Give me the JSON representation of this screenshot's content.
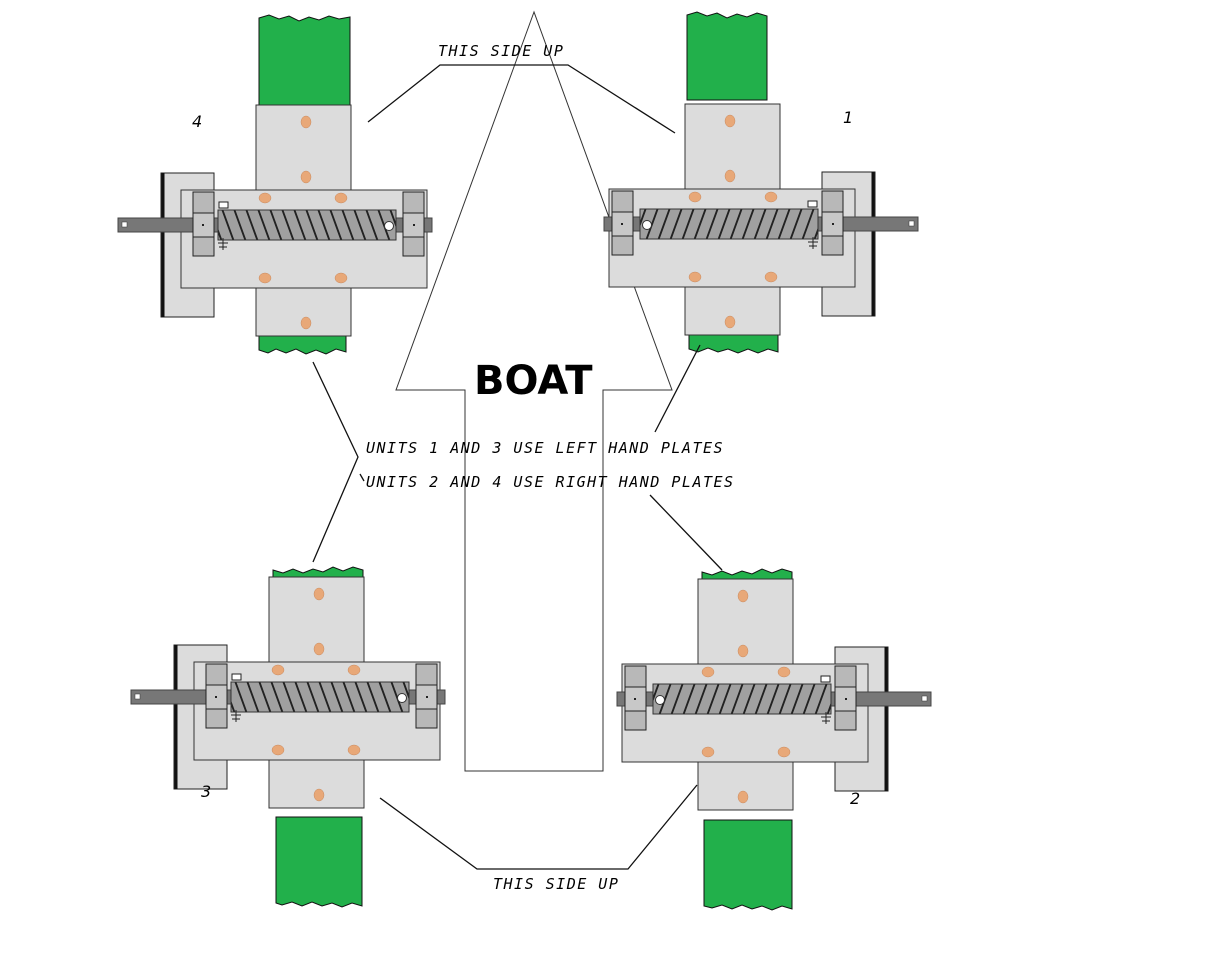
{
  "title": "BOAT",
  "top_label": "THIS SIDE UP",
  "bottom_label": "THIS SIDE UP",
  "note_line_1": "UNITS 1 AND 3 USE LEFT HAND PLATES",
  "note_line_2": "UNITS 2 AND 4 USE RIGHT HAND PLATES",
  "units": [
    {
      "id": "1"
    },
    {
      "id": "2"
    },
    {
      "id": "3"
    },
    {
      "id": "4"
    }
  ],
  "colors": {
    "green": "#22b04b",
    "plate": "#dcdcdc",
    "dot": "#e8a878",
    "shaft": "#777777"
  }
}
